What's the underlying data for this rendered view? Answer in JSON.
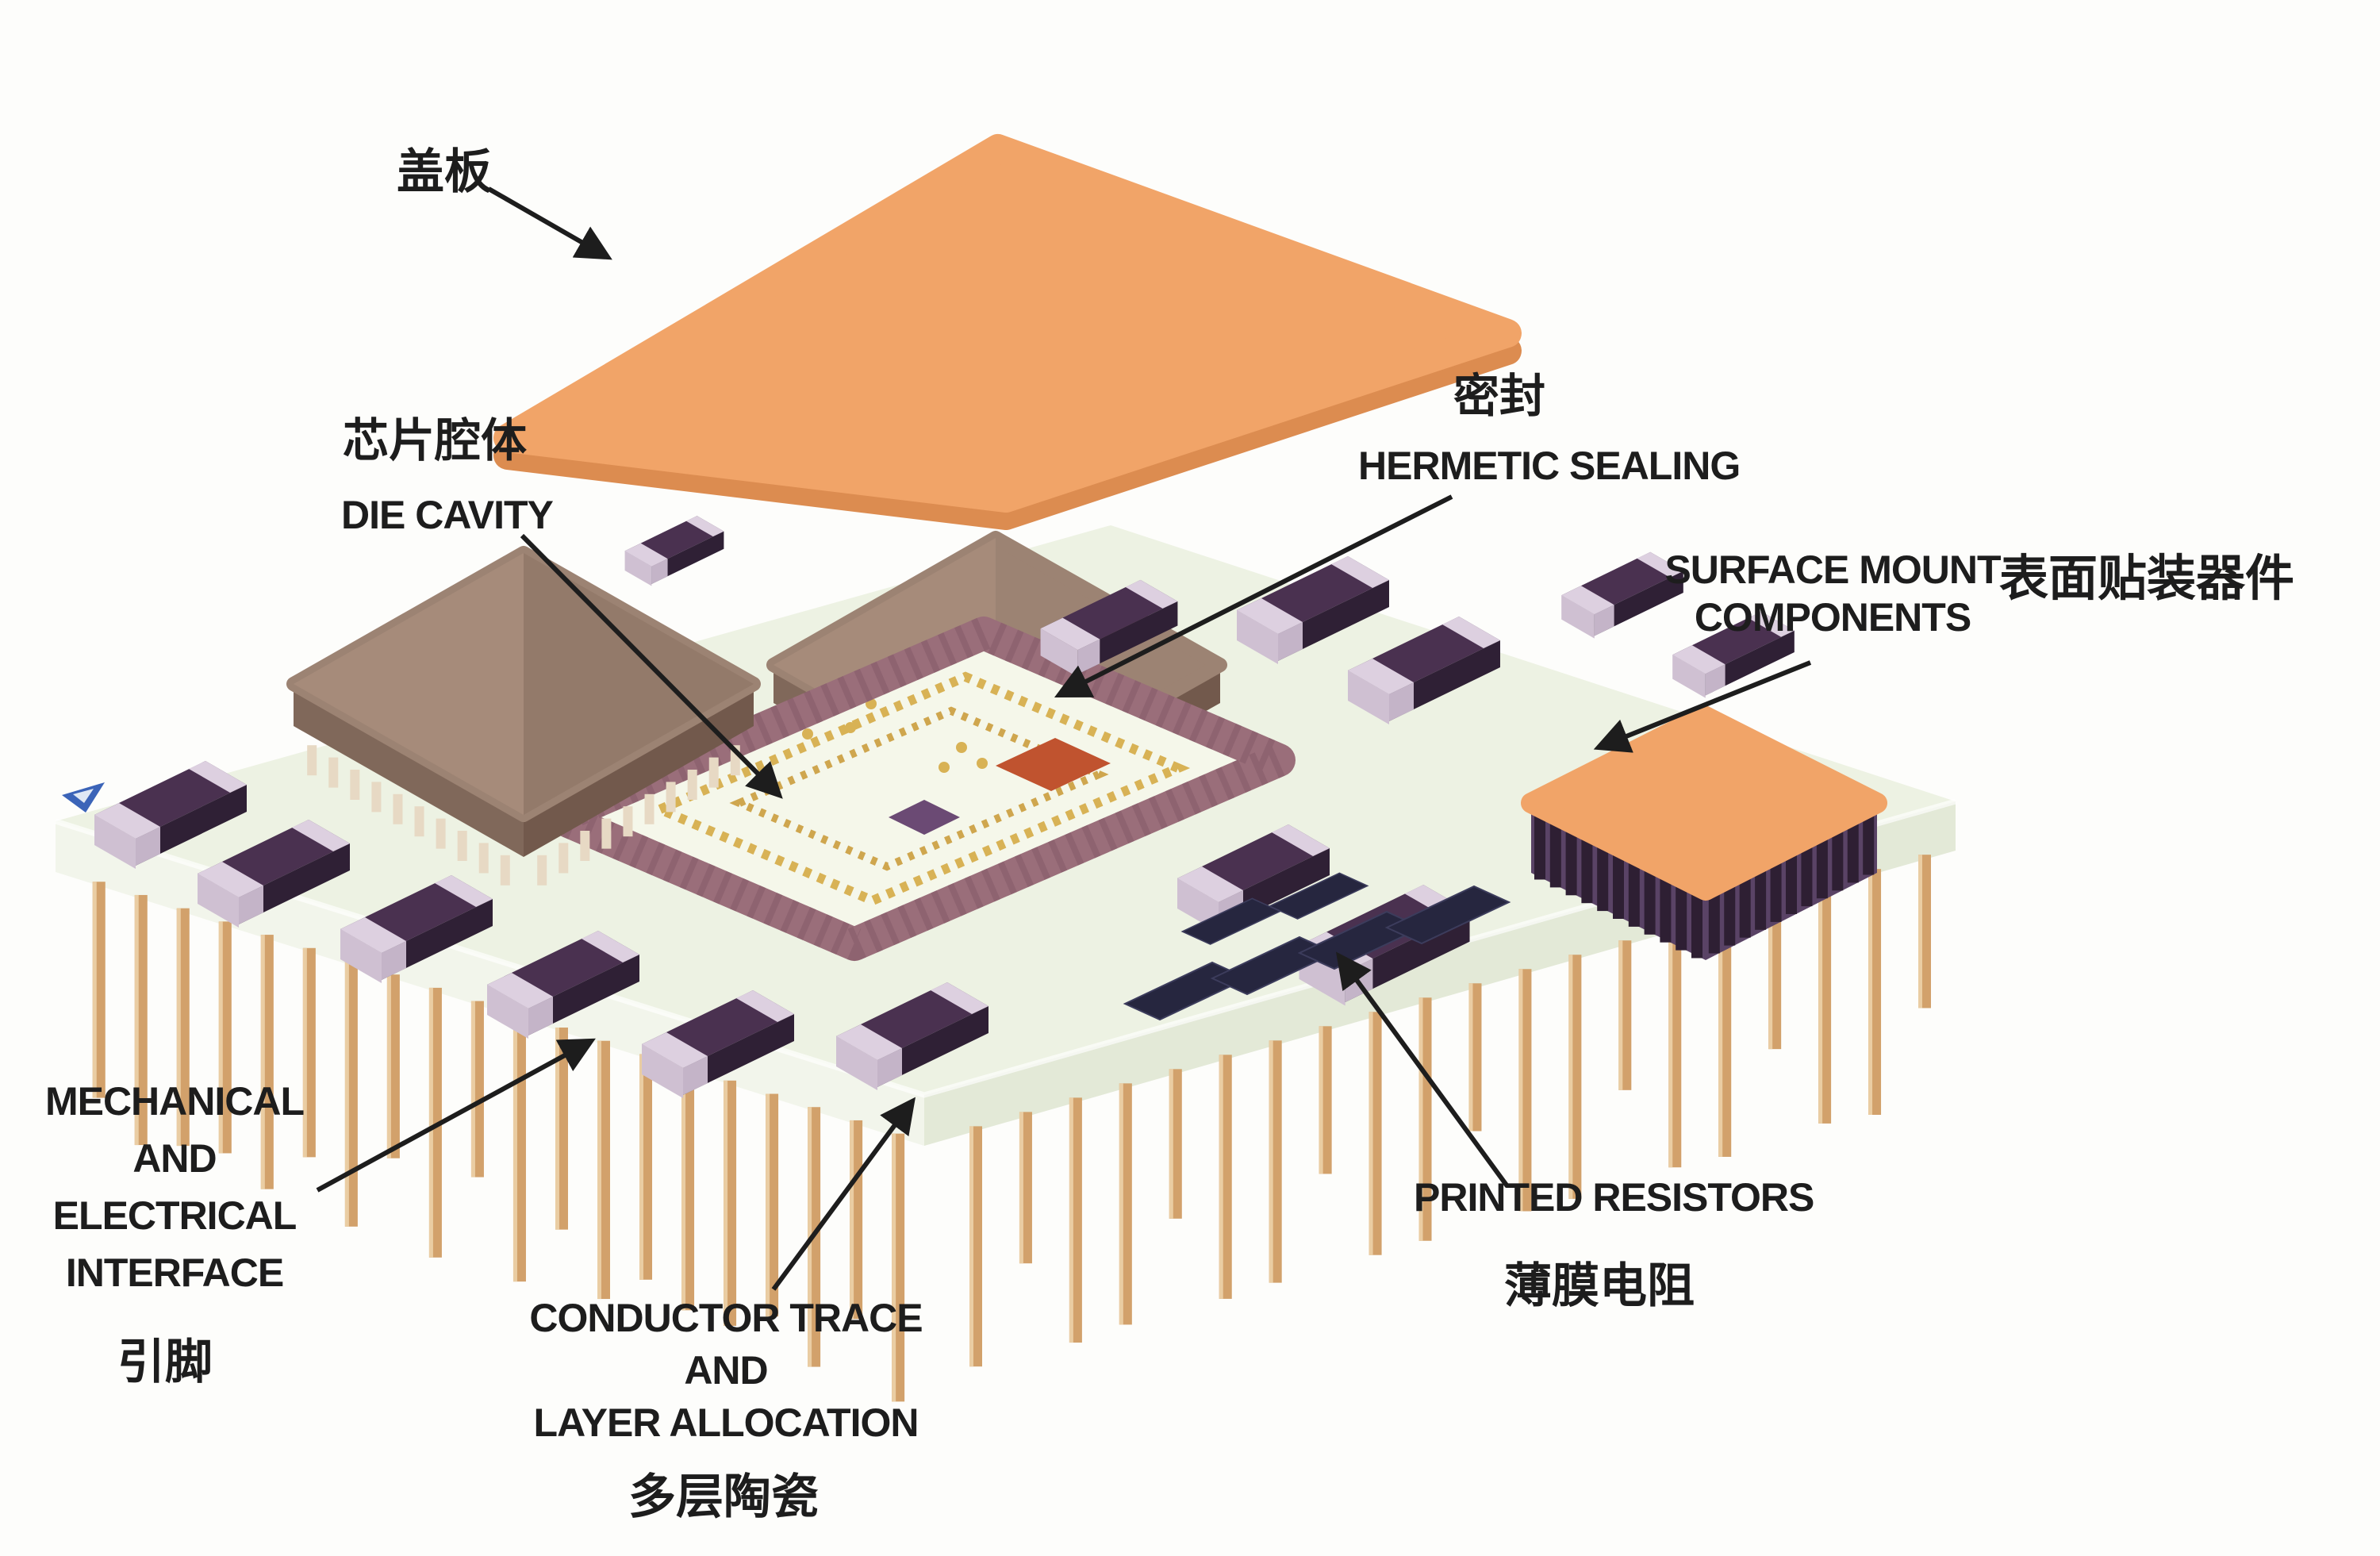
{
  "labels": {
    "cover_zh": "盖板",
    "die_cavity_zh": "芯片腔体",
    "die_cavity_en": "DIE CAVITY",
    "seal_zh": "密封",
    "seal_en": "HERMETIC SEALING",
    "smc_en1": "SURFACE MOUNT",
    "smc_en2": "COMPONENTS",
    "smc_zh": "表面贴装器件",
    "mech_en1": "MECHANICAL",
    "mech_en2": "AND",
    "mech_en3": "ELECTRICAL",
    "mech_en4": "INTERFACE",
    "mech_zh": "引脚",
    "cond_en1": "CONDUCTOR TRACE",
    "cond_en2": "AND",
    "cond_en3": "LAYER ALLOCATION",
    "cond_zh": "多层陶瓷",
    "printed_en": "PRINTED RESISTORS",
    "printed_zh": "薄膜电阻"
  },
  "colors": {
    "background": "#fdfdfb",
    "text": "#1d1d1d",
    "arrow": "#1d1d1d",
    "lid": "#f1a468",
    "lid_edge": "#dc8c50",
    "board_top": "#edf2e3",
    "board_left": "#f2f5eb",
    "board_right": "#e3e9d7",
    "pin": "#d2a16b",
    "pin_light": "#eacda3",
    "chip": "#9c8373",
    "chip_light": "#a68b7a",
    "chip_shade": "#937a6a",
    "chip_dark": "#80685a",
    "chip_darker": "#72594c",
    "lead": "#e7d9c4",
    "ring": "#9a6e7a",
    "ring_dark": "#7c5260",
    "cavity": "#f5f7ea",
    "pad_gold": "#d8b255",
    "pad_gold2": "#cfa64e",
    "die_red": "#c0532f",
    "die_purple": "#6b4a74",
    "smd_body": "#4a3150",
    "smd_side": "#2f2035",
    "smd_cap": "#ddd0e0",
    "smd_cap2": "#c4b4c8",
    "smd_cap_side": "#cfc0d2",
    "smc_lead_base": "#5a4366",
    "smc_lead": "#2e1f33",
    "resistor": "#26263f",
    "blue_mark": "#3b64b8"
  }
}
